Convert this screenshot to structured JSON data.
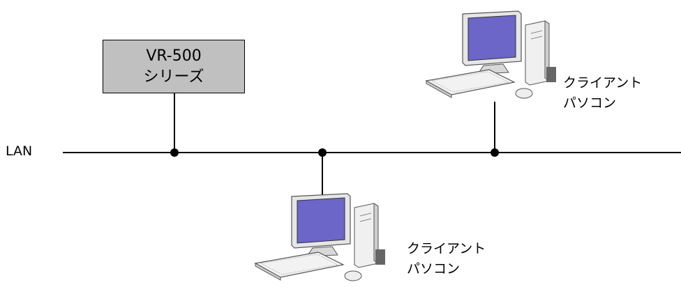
{
  "device": {
    "line1": "VR-500",
    "line2": "シリーズ"
  },
  "network": {
    "lan_label": "LAN"
  },
  "clients": [
    {
      "line1": "クライアント",
      "line2": "パソコン"
    },
    {
      "line1": "クライアント",
      "line2": "パソコン"
    }
  ],
  "icons": {
    "computer": "desktop-computer-icon"
  },
  "colors": {
    "device_fill": "#c0c0c0",
    "screen": "#6b66c8",
    "line": "#000000"
  }
}
